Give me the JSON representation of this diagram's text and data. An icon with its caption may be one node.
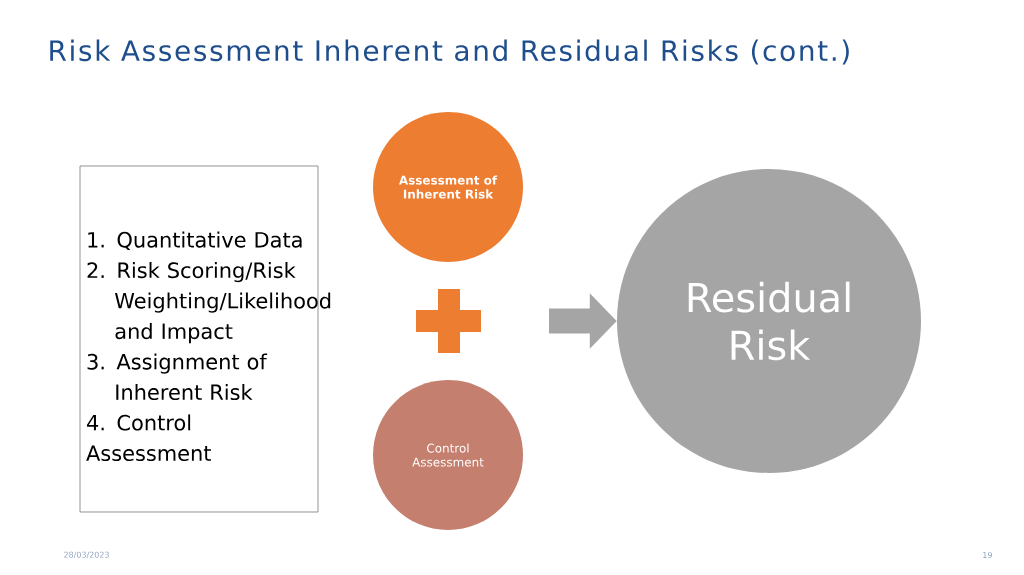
{
  "diagram": {
    "title": "Risk Assessment Inherent and Residual Risks (cont.)",
    "nodes": [
      {
        "text": [
          "1. Quantitative Data",
          "2. Risk Scoring/Risk Weighting/Likelihood and Impact",
          "3. Assignment of Inherent Risk",
          "4. Control Assessment"
        ]
      },
      {
        "text": [
          "Assessment of Inherent Risk"
        ]
      },
      {
        "text": [
          "Control Assessment"
        ]
      },
      {
        "text": [
          "Residual Risk"
        ]
      }
    ],
    "edges": [
      {
        "from": null,
        "to": 3,
        "arrow": "to"
      }
    ],
    "labels": [
      "28/03/2023",
      "19"
    ]
  }
}
